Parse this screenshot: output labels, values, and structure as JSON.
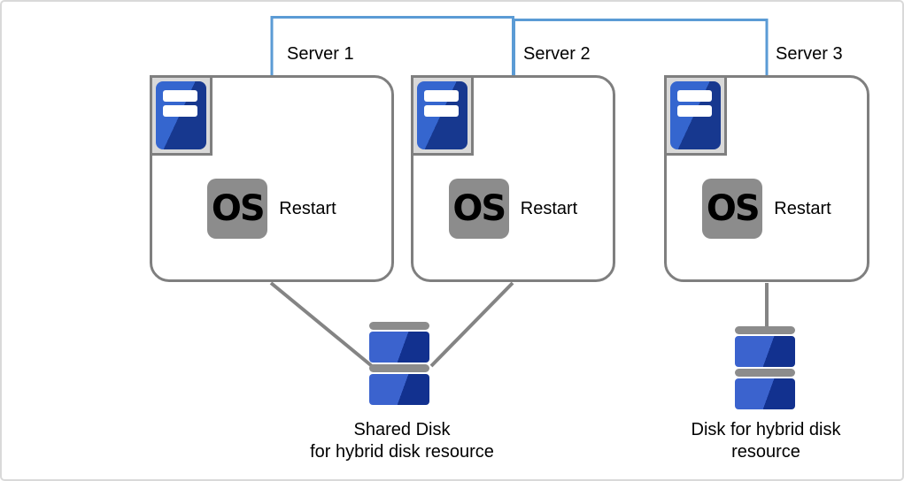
{
  "diagram": {
    "servers": [
      {
        "label": "Server 1",
        "os_label": "OS",
        "action_label": "Restart"
      },
      {
        "label": "Server 2",
        "os_label": "OS",
        "action_label": "Restart"
      },
      {
        "label": "Server 3",
        "os_label": "OS",
        "action_label": "Restart"
      }
    ],
    "disks": [
      {
        "name": "shared-disk",
        "label_lines": [
          "Shared Disk",
          "for hybrid disk resource"
        ]
      },
      {
        "name": "hybrid-disk",
        "label_lines": [
          "Disk for hybrid disk",
          "resource"
        ]
      }
    ],
    "icons": [
      "server-icon",
      "os-icon",
      "disk-stack-icon",
      "network-line"
    ],
    "colors": {
      "network_line_blue": "#5B9BD5",
      "connector_gray": "#848484",
      "box_border_gray": "#7f7f7f",
      "os_badge_gray": "#8c8c8c",
      "icon_frame_gray": "#d9d9d9",
      "icon_blue_light": "#3566CF",
      "icon_blue_dark": "#17388F",
      "disk_blue_light": "#3B63CE",
      "disk_blue_dark": "#12318F",
      "disk_bar_gray": "#8c8c8c",
      "canvas_border": "#d9d9d9",
      "text": "#000000"
    }
  }
}
